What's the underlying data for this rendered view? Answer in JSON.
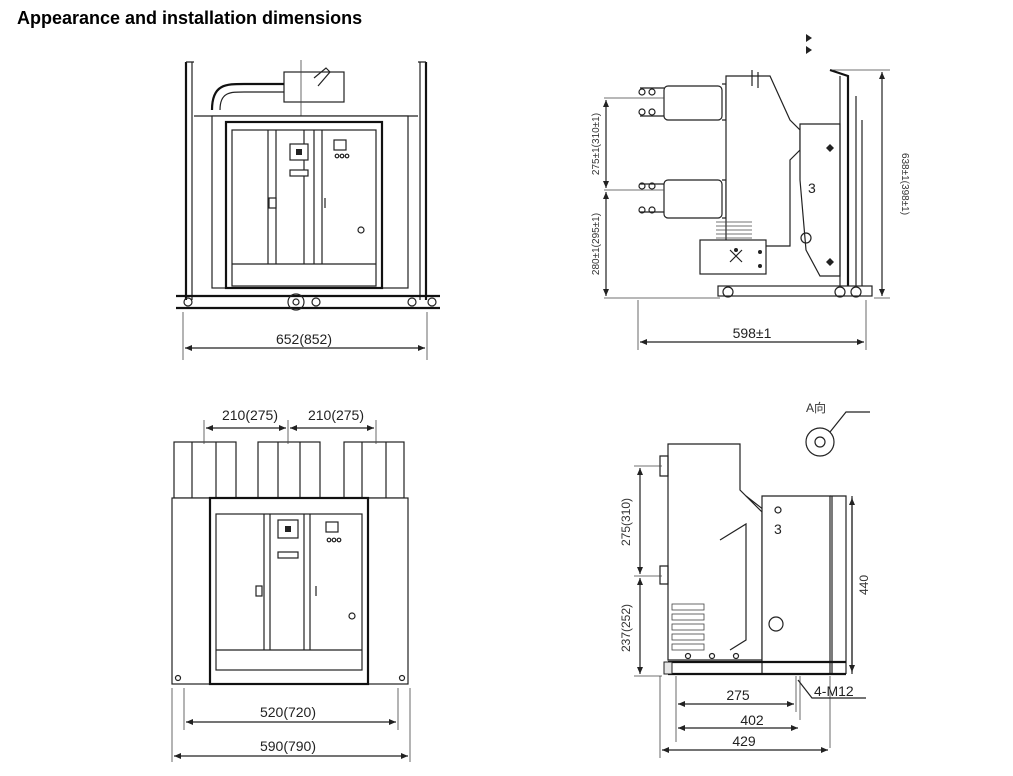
{
  "title": "Appearance and installation dimensions",
  "views": {
    "front": {
      "width_label": "652(852)"
    },
    "side": {
      "depth_label": "598±1",
      "upper_pitch_label": "275±1(310±1)",
      "lower_height_label": "280±1(295±1)",
      "total_height_label": "638±1(398±1)",
      "part_number": "3"
    },
    "top": {
      "pitch_left_label": "210(275)",
      "pitch_right_label": "210(275)",
      "inner_width_label": "520(720)",
      "outer_width_label": "590(790)"
    },
    "install": {
      "upper_pitch_label": "275(310)",
      "lower_height_label": "237(252)",
      "height_label": "440",
      "dim_275_label": "275",
      "dim_402_label": "402",
      "dim_429_label": "429",
      "bolt_label": "4-M12",
      "view_label": "A向",
      "part_number": "3"
    }
  }
}
